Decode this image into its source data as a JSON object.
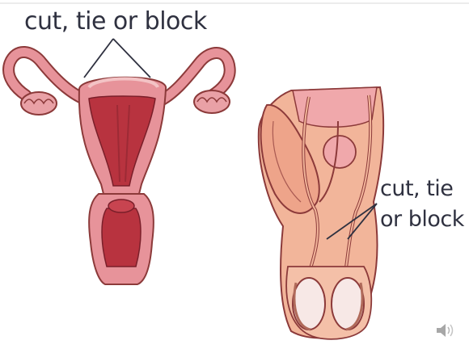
{
  "labels": {
    "female": "cut, tie or block",
    "male_line1": "cut, tie",
    "male_line2": "or block"
  },
  "icons": {
    "audio": "speaker-icon"
  },
  "colors": {
    "tissue_pink": "#e7939a",
    "tissue_dark": "#b8333f",
    "skin": "#f2b59a",
    "outline": "#8c3a3a",
    "text": "#2f3140"
  }
}
